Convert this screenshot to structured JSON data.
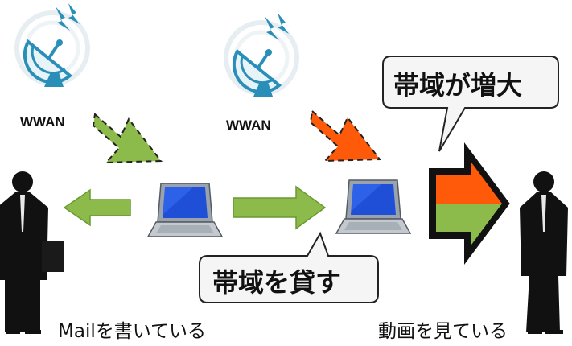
{
  "labels": {
    "wwan_left": "WWAN",
    "wwan_right": "WWAN",
    "bubble_top": "帯域が増大",
    "bubble_bottom": "帯域を貸す",
    "caption_left": "Mailを書いている",
    "caption_right": "動画を見ている"
  },
  "colors": {
    "green": "#8dbb4b",
    "orange": "#ff5a0a",
    "laptop_screen": "#1f4fd6",
    "dish": "#2a8fb8",
    "silhouette": "#111111"
  },
  "icons": [
    "satellite-dish-icon",
    "laptop-icon",
    "person-silhouette-icon"
  ]
}
